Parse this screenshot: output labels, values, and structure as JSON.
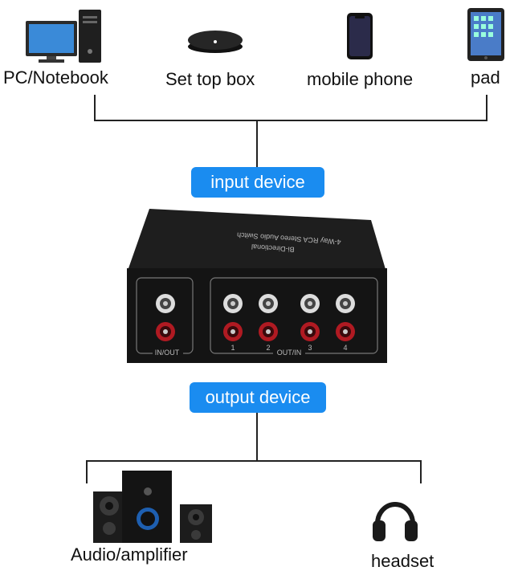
{
  "input_devices": [
    {
      "label": "PC/Notebook",
      "icon": "pc-icon"
    },
    {
      "label": "Set top box",
      "icon": "set-top-box-icon"
    },
    {
      "label": "mobile phone",
      "icon": "mobile-phone-icon"
    },
    {
      "label": "pad",
      "icon": "tablet-icon"
    }
  ],
  "input_badge": "input device",
  "output_badge": "output device",
  "switch": {
    "top_text_line1": "4-Way RCA Stereo Audio Switch",
    "top_text_line2": "Bi-Directional",
    "port_group_left": "IN/OUT",
    "port_group_right": "OUT/IN",
    "port_numbers": [
      "1",
      "2",
      "3",
      "4"
    ]
  },
  "output_devices": [
    {
      "label": "Audio/amplifier",
      "icon": "speaker-icon"
    },
    {
      "label": "headset",
      "icon": "headphones-icon"
    }
  ],
  "colors": {
    "badge": "#1a8cf0",
    "line": "#222222",
    "device": "#1b1b1b"
  }
}
